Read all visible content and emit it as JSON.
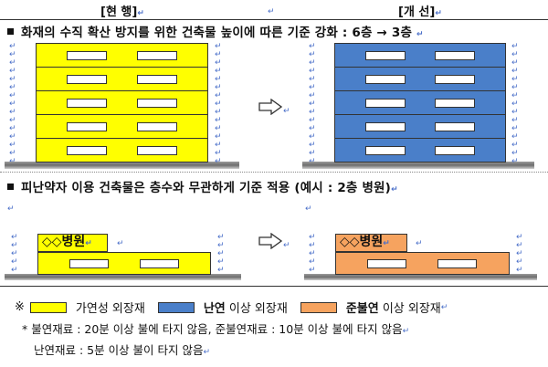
{
  "headers": {
    "current": "[현 행]",
    "improved": "[개 선]"
  },
  "section1": {
    "title": "화재의 수직 확산 방지를 위한 건축물 높이에 따른 기준 강화 : 6층 → 3층",
    "current_building": {
      "floors": 5,
      "material": "flammable",
      "color": "#ffff00"
    },
    "improved_building": {
      "floors": 5,
      "material": "flame-retardant",
      "color": "#4a7fc9"
    }
  },
  "section2": {
    "title": "피난약자 이용 건축물은 층수와 무관하게 기준 적용 (예시 : 2층 병원)",
    "current_building": {
      "sign": "◇◇병원",
      "material": "flammable",
      "color": "#ffff00"
    },
    "improved_building": {
      "sign": "◇◇병원",
      "material": "quasi-noncombustible",
      "color": "#f6a35f"
    }
  },
  "legend": {
    "marker": "※",
    "items": [
      {
        "label": "가연성 외장재",
        "label_bold": "",
        "color": "#ffff00"
      },
      {
        "label": " 이상 외장재",
        "label_bold": "난연",
        "color": "#4a7fc9"
      },
      {
        "label": " 이상 외장재",
        "label_bold": "준불연",
        "color": "#f6a35f"
      }
    ]
  },
  "notes": {
    "line1": "* 불연재료 : 20분 이상 불에 타지 않음, 준불연재료 : 10분 이상 불에 타지 않음",
    "line2": "난연재료 : 5분 이상 불이 타지 않음"
  },
  "paragraph_mark": "↵",
  "arrow_icon": "right-outline-arrow"
}
